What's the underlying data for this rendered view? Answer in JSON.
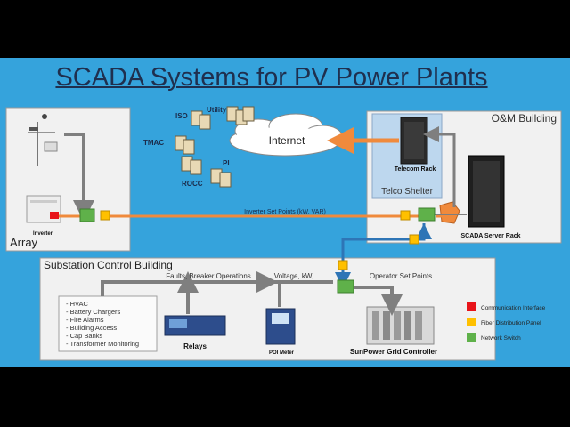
{
  "title": "SCADA Systems for PV Power Plants",
  "boxes": {
    "array": "Array",
    "om_building": "O&M Building",
    "telco_shelter": "Telco Shelter",
    "substation": "Substation Control Building"
  },
  "cloud": {
    "label": "Internet"
  },
  "entities": {
    "iso": "ISO",
    "utility": "Utility",
    "tmac": "TMAC",
    "rocc": "ROCC",
    "pi": "PI"
  },
  "devices": {
    "inverter": "Inverter",
    "telecom_rack": "Telecom Rack",
    "scada_server_rack": "SCADA Server Rack",
    "relays": "Relays",
    "poi_meter": "POI Meter",
    "controller": "SunPower Grid Controller"
  },
  "links": {
    "inverter_set_points": "Inverter Set Points (kW, VAR)",
    "faults": "Faults, Breaker Operations",
    "voltage": "Voltage, kW,",
    "operator_set_points": "Operator Set Points"
  },
  "facility_list": [
    "HVAC",
    "Battery Chargers",
    "Fire Alarms",
    "Building Access",
    "Cap Banks",
    "Transformer Monitoring"
  ],
  "legend": {
    "items": [
      {
        "label": "Communication Interface",
        "color": "#e8141a"
      },
      {
        "label": "Fiber Distribution Panel",
        "color": "#ffc000"
      },
      {
        "label": "Network Switch",
        "color": "#5fb14a"
      }
    ]
  },
  "colors": {
    "background": "#35a3dc",
    "panel": "#f1f1f1",
    "link_orange": "#f08a3c",
    "link_gray": "#7f7f7f",
    "link_blue": "#2e75b6"
  }
}
